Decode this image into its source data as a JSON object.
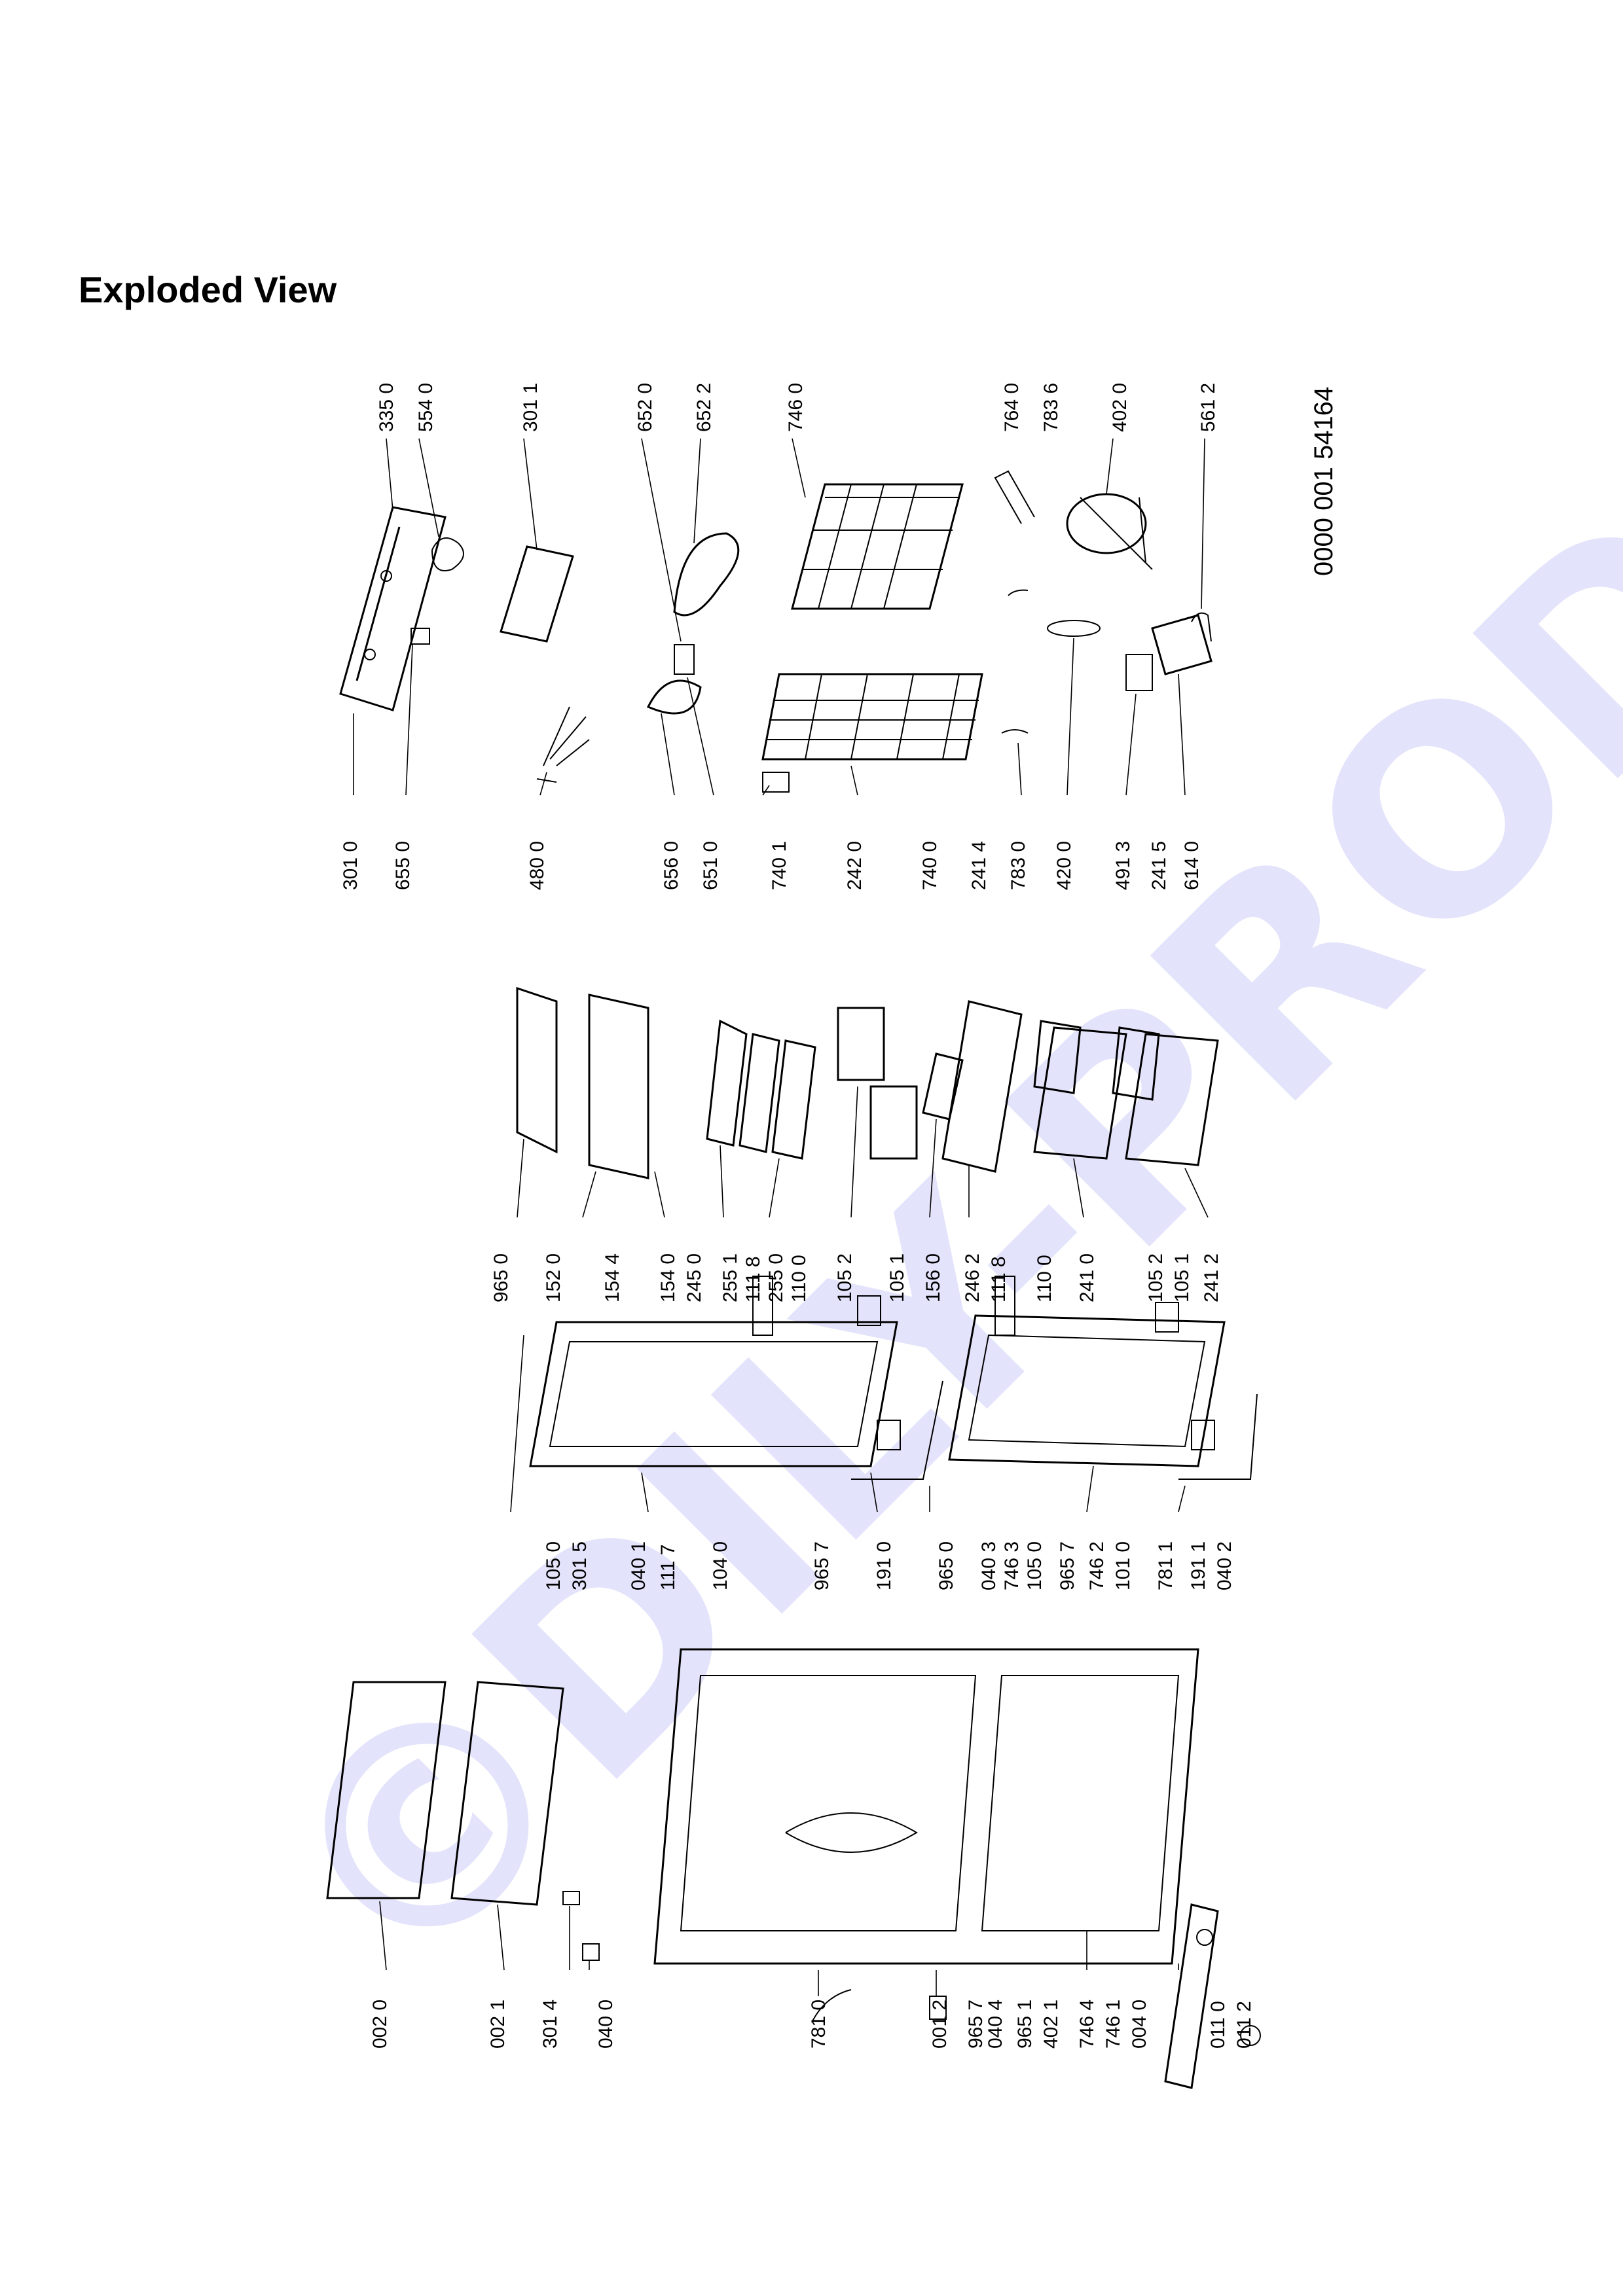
{
  "title": "Exploded View",
  "watermark": "©DILY-PRODEJ.cz",
  "document_number": "0000 001 54164",
  "labels": {
    "l3010": "301 0",
    "l6550": "655 0",
    "l4800": "480 0",
    "l6560": "656 0",
    "l6510": "651 0",
    "l7401": "740 1",
    "l2420": "242 0",
    "l7400": "740 0",
    "l2414": "241 4",
    "l7830": "783 0",
    "l4200": "420 0",
    "l4913": "491 3",
    "l2415": "241 5",
    "l6140": "614 0",
    "l3350": "335 0",
    "l5540": "554 0",
    "l3011": "301 1",
    "l6520": "652 0",
    "l6522": "652 2",
    "l7460": "746 0",
    "l7640": "764 0",
    "l7836": "783 6",
    "l4020": "402 0",
    "l5612": "561 2",
    "l9650a": "965 0",
    "l1520": "152 0",
    "l1544": "154 4",
    "l1540": "154 0",
    "l2450": "245 0",
    "l2551": "255 1",
    "l1118a": "111 8",
    "l2550": "255 0",
    "l1100a": "110 0",
    "l1052a": "105 2",
    "l1051a": "105 1",
    "l1560": "156 0",
    "l2462": "246 2",
    "l1118b": "111 8",
    "l1100b": "110 0",
    "l2410": "241 0",
    "l1052b": "105 2",
    "l1051b": "105 1",
    "l2412": "241 2",
    "l1050a": "105 0",
    "l3015": "301 5",
    "l0401": "040 1",
    "l1117": "111 7",
    "l1040": "104 0",
    "l9657a": "965 7",
    "l1910": "191 0",
    "l9650b": "965 0",
    "l0403": "040 3",
    "l7463": "746 3",
    "l1050b": "105 0",
    "l9657b": "965 7",
    "l7462": "746 2",
    "l1010": "101 0",
    "l7811": "781 1",
    "l1911": "191 1",
    "l0402": "040 2",
    "l0020": "002 0",
    "l0021": "002 1",
    "l3014": "301 4",
    "l0400": "040 0",
    "l7810": "781 0",
    "l0012": "001 2",
    "l9657c": "965 7",
    "l0404": "040 4",
    "l9651": "965 1",
    "l4021": "402 1",
    "l7464": "746 4",
    "l7461": "746 1",
    "l0040": "004 0",
    "l0110": "011 0",
    "l0112": "011 2"
  }
}
